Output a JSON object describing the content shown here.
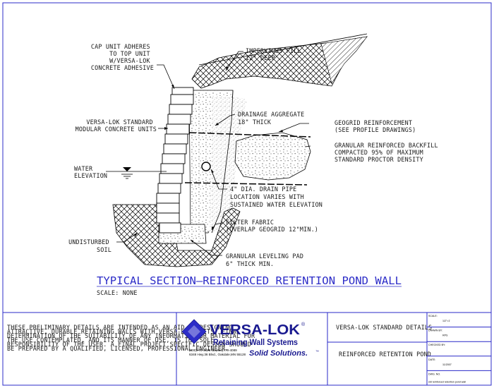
{
  "drawing": {
    "labels": {
      "cap_unit": [
        "CAP UNIT ADHERES",
        "TO TOP UNIT",
        "W/VERSA-LOK",
        "CONCRETE ADHESIVE"
      ],
      "impervious_fill": [
        "IMPERVIOUS FILL",
        "12\" DEEP"
      ],
      "drainage_aggregate": [
        "DRAINAGE AGGREGATE",
        "18\" THICK"
      ],
      "geogrid": [
        "GEOGRID REINFORCEMENT",
        "(SEE PROFILE DRAWINGS)"
      ],
      "standard_units": [
        "VERSA-LOK STANDARD",
        "MODULAR CONCRETE UNITS"
      ],
      "granular_backfill": [
        "GRANULAR REINFORCED BACKFILL",
        "COMPACTED 95% OF MAXIMUM",
        "STANDARD PROCTOR DENSITY"
      ],
      "water_elevation": [
        "WATER",
        "ELEVATION"
      ],
      "drain_pipe": [
        "4\" DIA. DRAIN PIPE",
        "LOCATION VARIES WITH",
        "SUSTAINED WATER ELEVATION"
      ],
      "filter_fabric": [
        "FILTER FABRIC",
        "(OVERLAP GEOGRID 12\"MIN.)"
      ],
      "undisturbed_soil": [
        "UNDISTURBED",
        "SOIL"
      ],
      "leveling_pad": [
        "GRANULAR LEVELING PAD",
        "6\" THICK MIN."
      ]
    },
    "title": "TYPICAL SECTION—REINFORCED RETENTION POND WALL",
    "scale": "SCALE: NONE"
  },
  "title_block": {
    "disclaimer": [
      "THESE PRELIMINARY DETAILS ARE INTENDED AS AN AID IN DESIGNING",
      "ATTRACTIVE, DURABLE RETAINING WALLS WITH VERSA-LOK UNITS.  FINAL",
      "DETERMINATION OF THE SUITABILITY OF ANY INFORMATION OR MATERIAL FOR",
      "THE USE CONTEMPLATED, AND ITS MANNER OF USE, IS THE SOLE",
      "RESPONSIBILITY OF THE USER.  A FINAL PROJECT SPECIFIC DESIGN SHOULD",
      "BE PREPARED BY A QUALIFIED, LICENSED, PROFESSIONAL ENGINEER."
    ],
    "logo": {
      "brand": "VERSA-LOK",
      "registered": "®",
      "sub": "Retaining Wall Systems",
      "contact_1": "(800)770-4525  fax(651)770-4089",
      "contact_2": "6348 Hwy.36 Blvd., Oakdale,MN 55128",
      "tagline": "Solid Solutions.",
      "trademark": "™"
    },
    "detail_name": "VERSA-LOK STANDARD DETAILS",
    "detail_title": "REINFORCED RETENTION POND",
    "info_rows": [
      {
        "label": "SCALE:",
        "value": "1/2\"=1'"
      },
      {
        "label": "DRAWN BY:",
        "value": "RPS"
      },
      {
        "label": "CHECKED BY:",
        "value": ""
      },
      {
        "label": "DATE:",
        "value": "11/2007"
      },
      {
        "label": "DWG. NO.",
        "value": "std reinforced retention pond wall"
      }
    ]
  },
  "colors": {
    "line": "#000000",
    "accent_blue": "#2d2dc8",
    "fill_gray": "#9a9a9a"
  }
}
